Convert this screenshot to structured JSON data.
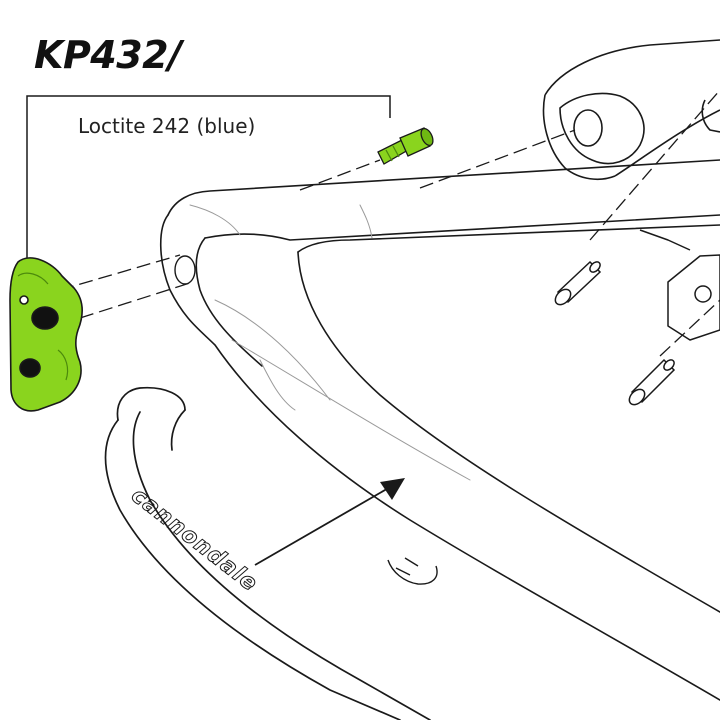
{
  "part_code": "KP432/",
  "callout": {
    "label": "Loctite 242 (blue)"
  },
  "brand_logo_text": "cannondale",
  "colors": {
    "highlight": "#8ad41e",
    "highlight_dark": "#4c8a0c",
    "line": "#1a1a1a",
    "light_line": "#9a9a9a"
  },
  "icons": {
    "assembly_arrow": "arrow-icon"
  }
}
